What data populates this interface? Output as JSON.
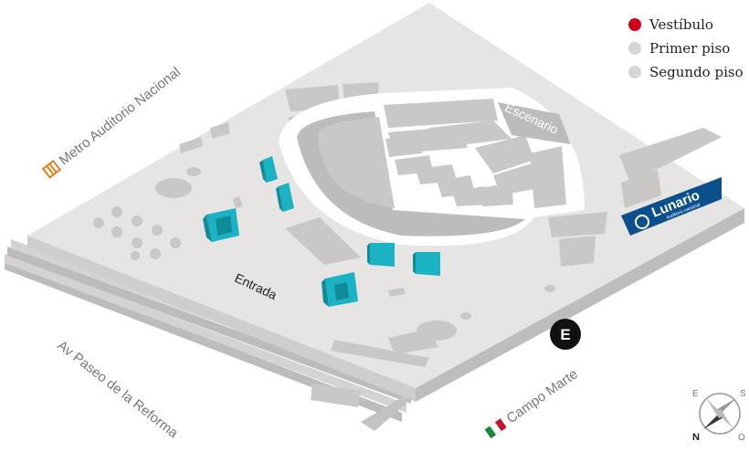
{
  "legend": {
    "items": [
      {
        "label": "Vestíbulo",
        "color": "#d0021b"
      },
      {
        "label": "Primer piso",
        "color": "#d6d6d6"
      },
      {
        "label": "Segundo piso",
        "color": "#d6d6d6"
      }
    ]
  },
  "labels": {
    "metro": "Metro Auditorio Nacional",
    "avenue": "Av Paseo de la Reforma",
    "campo": "Campo Marte",
    "entrance": "Entrada",
    "stage": "Escenario",
    "venue_logo": "Lunario",
    "venue_logo_sub": "Auditorio nacional",
    "parking_letter": "E"
  },
  "compass": {
    "n": "N",
    "s": "S",
    "e": "E",
    "o": "O"
  },
  "colors": {
    "platform_top": "#e6e5e4",
    "platform_side": "#cfcecd",
    "structure": "#c9c8c7",
    "seating": "#bdbcbb",
    "seat_highlight": "#1bb3c4",
    "seat_highlight_dark": "#108b99",
    "logo_bg": "#0b4f8c",
    "metro_icon": "#e87d1e"
  }
}
